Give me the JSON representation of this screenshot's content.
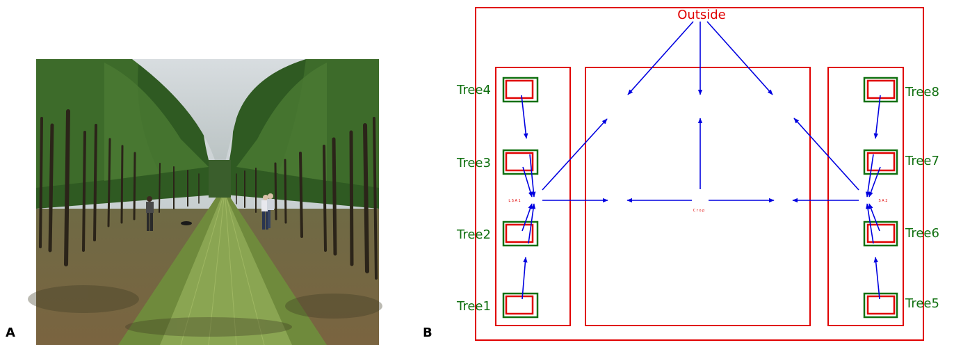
{
  "panel_a": {
    "label": "A",
    "photo": "agroforestry alley: rows of trees with young crop between, people standing at tree rows"
  },
  "panel_b": {
    "label": "B",
    "outside_label": "Outside",
    "lsa1_label": "L S A 1",
    "lsa2_label": "S A 2",
    "crop_label": "C r o p",
    "trees": [
      "Tree1",
      "Tree2",
      "Tree3",
      "Tree4",
      "Tree5",
      "Tree6",
      "Tree7",
      "Tree8"
    ]
  },
  "colors": {
    "boundary": "#e00000",
    "tree": "#107010",
    "arrow": "#0000e0"
  }
}
